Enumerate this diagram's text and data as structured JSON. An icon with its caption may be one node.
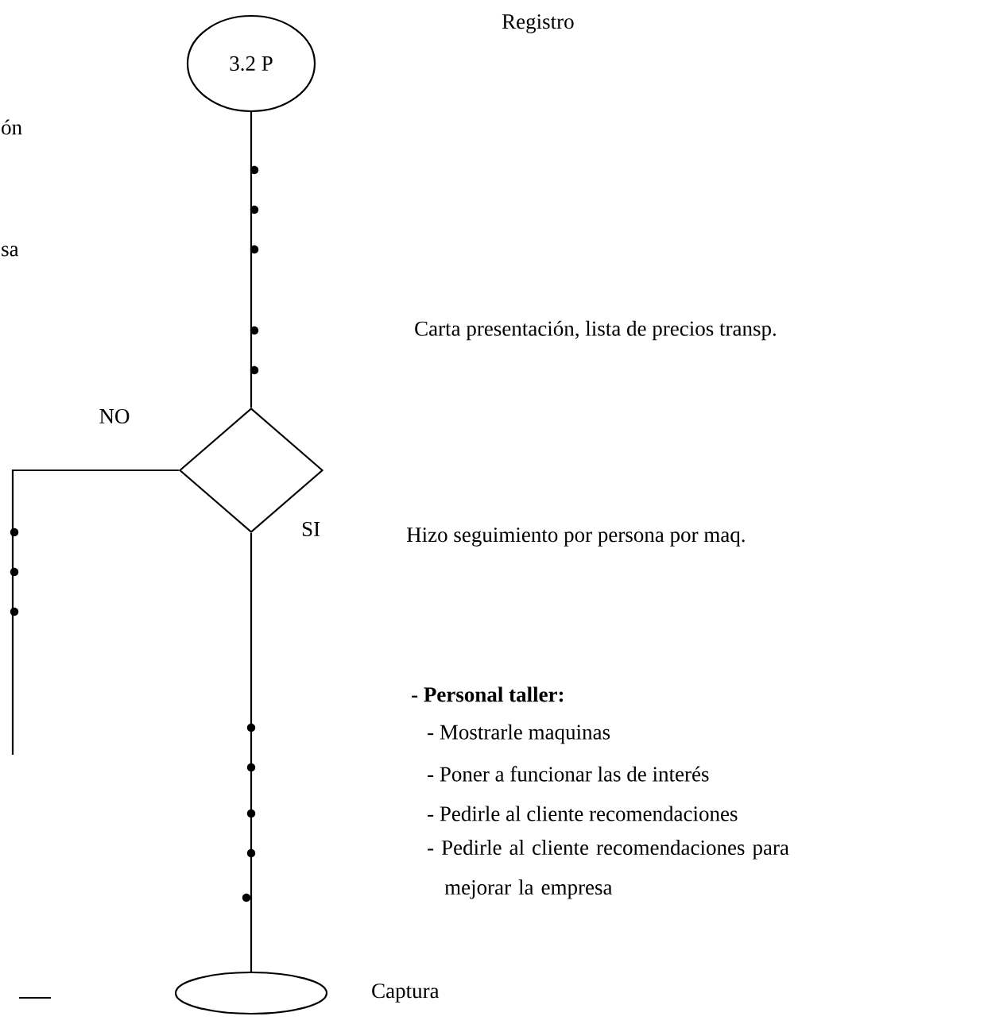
{
  "diagram": {
    "nodes": [
      {
        "text": [
          "3.2 P"
        ]
      },
      {
        "text": [],
        "shape": "diamond"
      },
      {
        "text": [],
        "shape": "circle",
        "beside": [
          "Captura"
        ]
      }
    ],
    "edges": [
      {
        "from": 0,
        "to": 1,
        "arrow": "none"
      },
      {
        "from": 1,
        "to": 2,
        "arrow": "none",
        "label": "SI"
      },
      {
        "from": 1,
        "to": null,
        "arrow": "none",
        "label": "NO"
      }
    ],
    "labels": [
      "Registro",
      "ón",
      "sa",
      "Carta presentación, lista de precios transp.",
      "Hizo seguimiento por persona por maq.",
      "- Personal taller:",
      "- Mostrarle maquinas",
      "- Poner a funcionar las de interés",
      "- Pedirle al cliente recomendaciones",
      "- Pedirle al cliente recomendaciones para mejorar la empresa"
    ]
  }
}
